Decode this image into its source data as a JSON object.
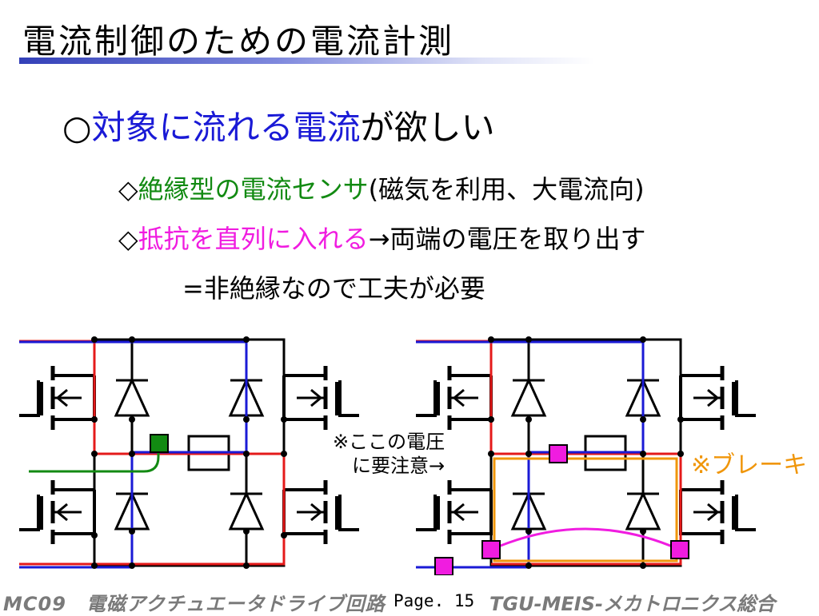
{
  "slide": {
    "title": "電流制御のための電流計測",
    "bullet1": {
      "mark": "○",
      "highlight": "対象に流れる電流",
      "rest": "が欲しい"
    },
    "bullet2": {
      "mark": "◇",
      "highlight": "絶縁型の電流センサ",
      "rest": "(磁気を利用、大電流向)"
    },
    "bullet3": {
      "mark": "◇",
      "highlight": "抵抗を直列に入れる",
      "rest": "→両端の電圧を取り出す"
    },
    "bullet4": {
      "text": "=非絶縁なので工夫が必要"
    }
  },
  "diagram": {
    "note_voltage_line1": "※ここの電圧",
    "note_voltage_line2": "に要注意→",
    "note_brake": "※ブレーキ",
    "colors": {
      "wire": "#000000",
      "path_red": "#e41a1a",
      "path_blue": "#1a1ad6",
      "sensor_green": "#128a12",
      "sense_magenta": "#f01ce0",
      "brake_orange": "#f0960a"
    }
  },
  "footer": {
    "left": "MC09　電磁アクチュエータドライブ回路",
    "page": "Page. 15",
    "right": "TGU-MEIS-メカトロニクス総合"
  }
}
